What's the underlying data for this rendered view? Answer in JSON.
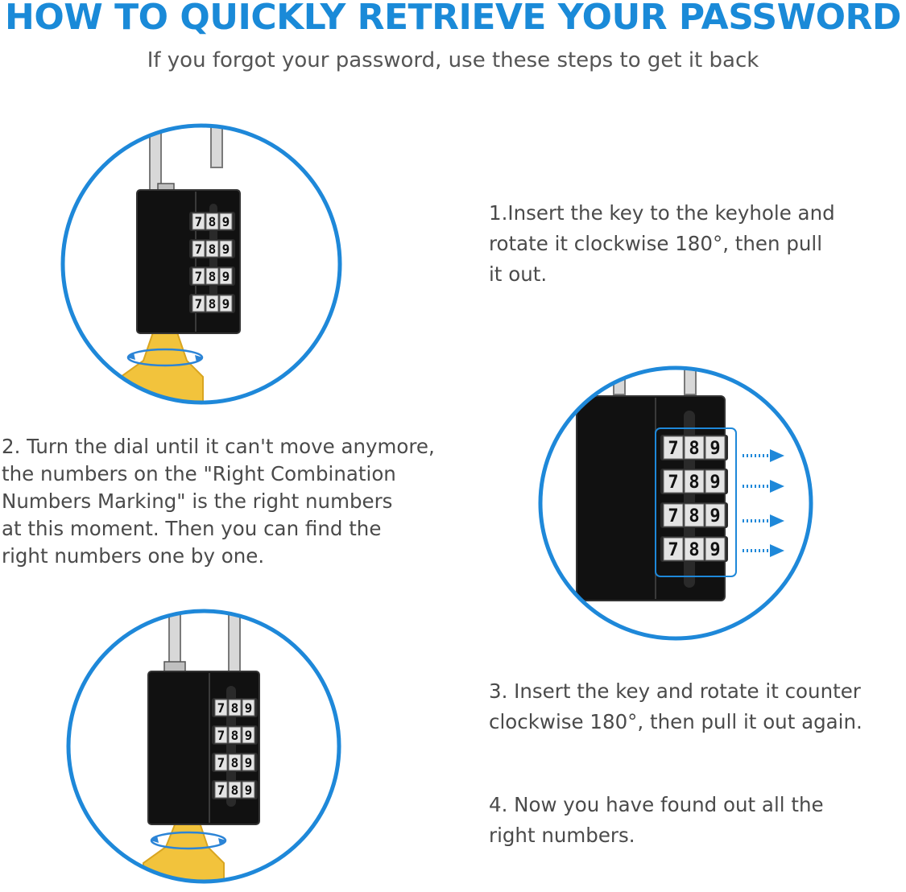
{
  "header": {
    "title": "HOW TO QUICKLY RETRIEVE YOUR PASSWORD",
    "subtitle": "If you forgot your password, use these steps to get it back"
  },
  "steps": [
    {
      "lines": [
        "1.Insert the key to the keyhole and",
        "rotate it clockwise 180°, then pull",
        "it out."
      ]
    },
    {
      "lines": [
        "2. Turn the dial until it can't move anymore,",
        "the numbers on the \"Right Combination",
        "Numbers Marking\" is the right numbers",
        "at this moment. Then you can find the",
        "right numbers one by one."
      ]
    },
    {
      "lines": [
        "3. Insert the key and rotate it counter",
        "clockwise 180°, then pull it out again."
      ]
    },
    {
      "lines": [
        "4. Now you have found out all the",
        "right numbers."
      ]
    }
  ],
  "dial_digits": [
    "7",
    "8",
    "9"
  ],
  "icons": {
    "lock": "combination-padlock-icon",
    "key": "brass-key-icon",
    "rotate": "rotation-arrow-icon",
    "arrow": "right-arrow-icon"
  },
  "colors": {
    "accent": "#1a8ad8",
    "ring": "#1e88d9",
    "text": "#4a4a4a",
    "lock_body": "#111111",
    "key": "#f2c33c"
  }
}
